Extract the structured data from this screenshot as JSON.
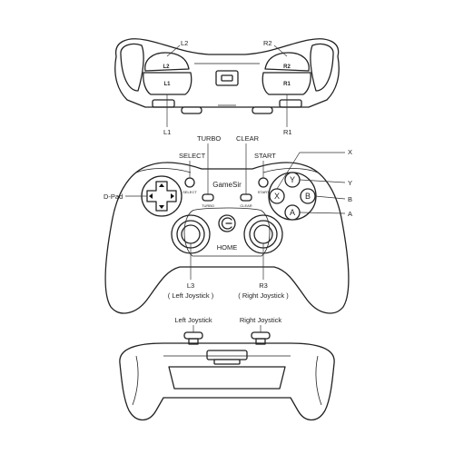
{
  "top_view": {
    "labels": {
      "l2": "L2",
      "r2": "R2",
      "l1": "L1",
      "r1": "R1"
    },
    "button_marks": {
      "l2": "L2",
      "r2": "R2",
      "l1": "L1",
      "r1": "R1"
    }
  },
  "front_view": {
    "brand": "GameSir",
    "labels": {
      "turbo": "TURBO",
      "clear": "CLEAR",
      "select": "SELECT",
      "start": "START",
      "dpad": "D-Pad",
      "x": "X",
      "y": "Y",
      "b": "B",
      "a": "A",
      "home": "HOME",
      "l3": "L3",
      "l3_desc": "( Left Joystick )",
      "r3": "R3",
      "r3_desc": "( Right Joystick )"
    },
    "button_marks": {
      "select": "SELECT",
      "turbo": "TURBO",
      "clear": "CLEAR",
      "start": "START",
      "x": "X",
      "y": "Y",
      "a": "A",
      "b": "B"
    }
  },
  "bottom_view": {
    "labels": {
      "left_joystick": "Left Joystick",
      "right_joystick": "Right Joystick"
    }
  },
  "colors": {
    "stroke": "#222222",
    "background": "#ffffff"
  }
}
